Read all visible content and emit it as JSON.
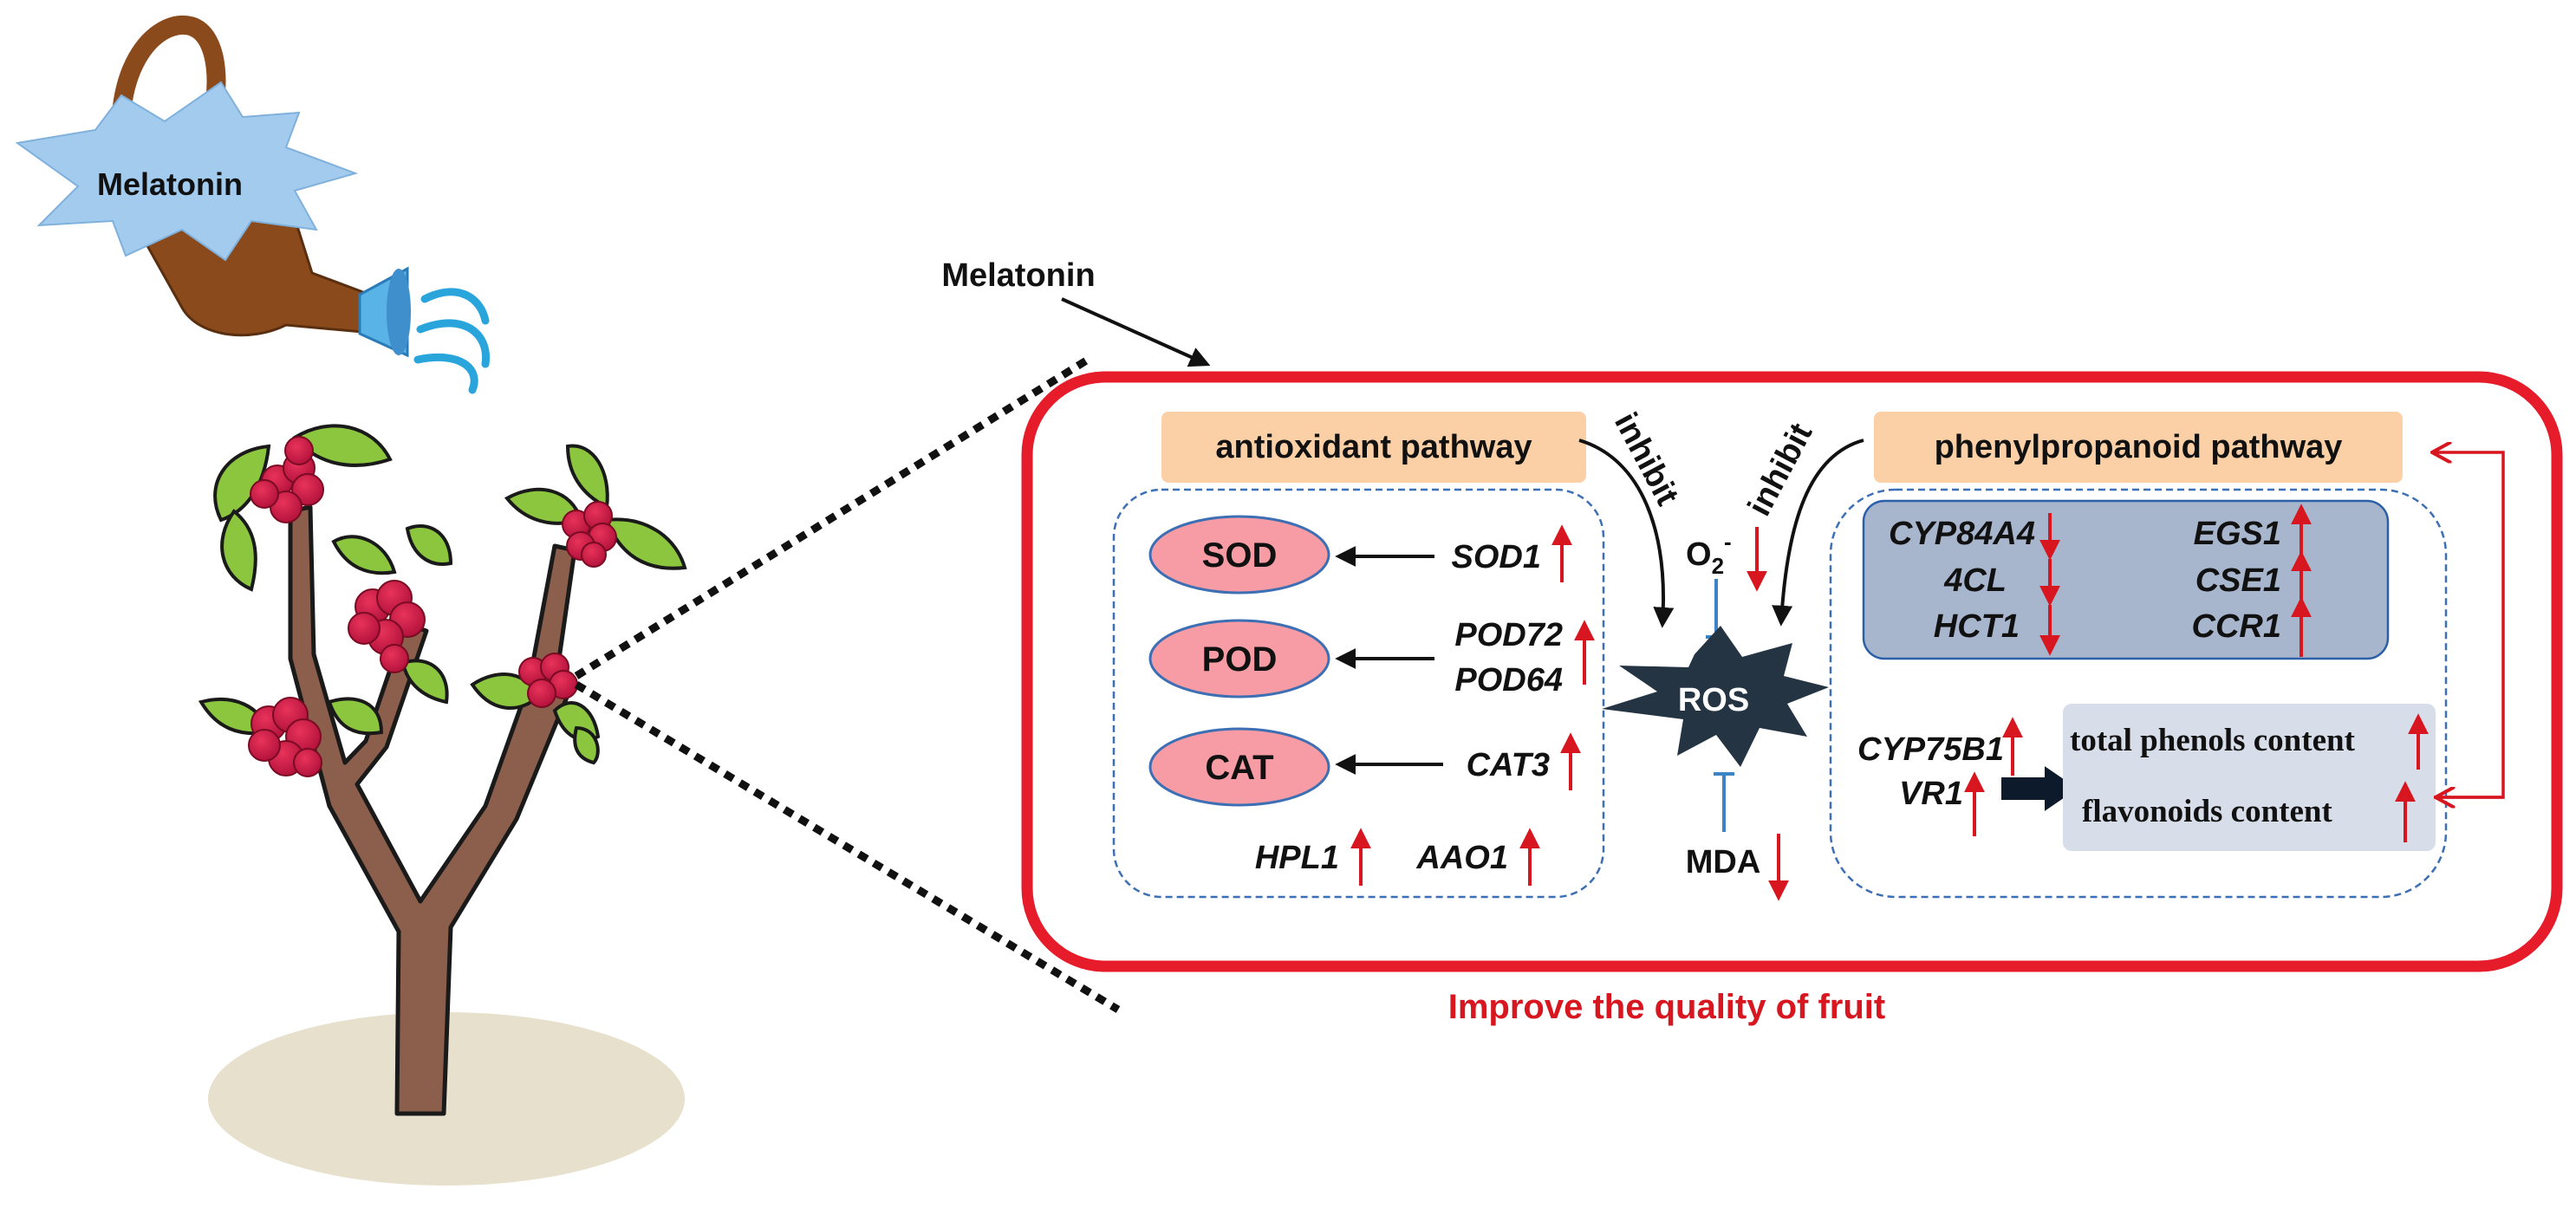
{
  "watering_can": {
    "label": "Melatonin"
  },
  "diagram": {
    "input_label": "Melatonin",
    "outcome": "Improve the quality of fruit",
    "inhibit_left": "inhibit",
    "inhibit_right": "inhibit",
    "center": {
      "ros": "ROS",
      "superoxide": "O",
      "superoxide_sub": "2",
      "superoxide_sup": "-",
      "mda": "MDA"
    },
    "antioxidant": {
      "title": "antioxidant pathway",
      "enzymes": [
        "SOD",
        "POD",
        "CAT"
      ],
      "genes": {
        "sod1": "SOD1",
        "pod72": "POD72",
        "pod64": "POD64",
        "cat3": "CAT3",
        "hpl1": "HPL1",
        "aao1": "AAO1"
      }
    },
    "phenylpropanoid": {
      "title": "phenylpropanoid pathway",
      "down_genes": [
        "CYP84A4",
        "4CL",
        "HCT1"
      ],
      "up_genes": [
        "EGS1",
        "CSE1",
        "CCR1"
      ],
      "regulators": [
        "CYP75B1",
        "VR1"
      ],
      "contents": [
        "total phenols content",
        "flavonoids content"
      ]
    },
    "colors": {
      "frame_red": "#e61c2b",
      "arrow_red": "#d7161f",
      "dashed_blue": "#3d6fb4",
      "pill_orange": "#fbd0a6",
      "enzyme_pink": "#f79ca4",
      "gene_box_blue": "#a7b6cd",
      "content_box": "#d7dee9",
      "ros_dark": "#243443",
      "inhibit_blue": "#3d84c6"
    }
  }
}
